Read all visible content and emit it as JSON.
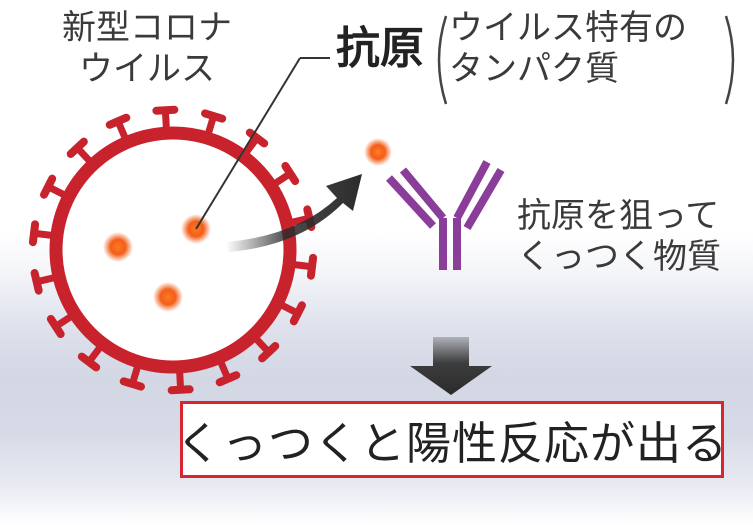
{
  "labels": {
    "virus": "新型コロナ\nウイルス",
    "antigen_term": "抗原",
    "antigen_description": "ウイルス特有の\nタンパク質",
    "antibody": "抗原を狙って\nくっつく物質",
    "result": "くっつくと陽性反応が出る"
  },
  "colors": {
    "virus_red": "#c8232c",
    "antigen_orange": "#f25d17",
    "antibody_purple": "#8a3e9a",
    "box_border_red": "#d9252f",
    "arrow_dark": "#2b2b2b"
  },
  "icons": {
    "virus": "coronavirus-icon",
    "antigen": "antigen-dot-icon",
    "antibody": "y-shaped-antibody-icon",
    "curved_arrow": "curved-arrow-icon",
    "down_arrow": "down-arrow-icon"
  }
}
